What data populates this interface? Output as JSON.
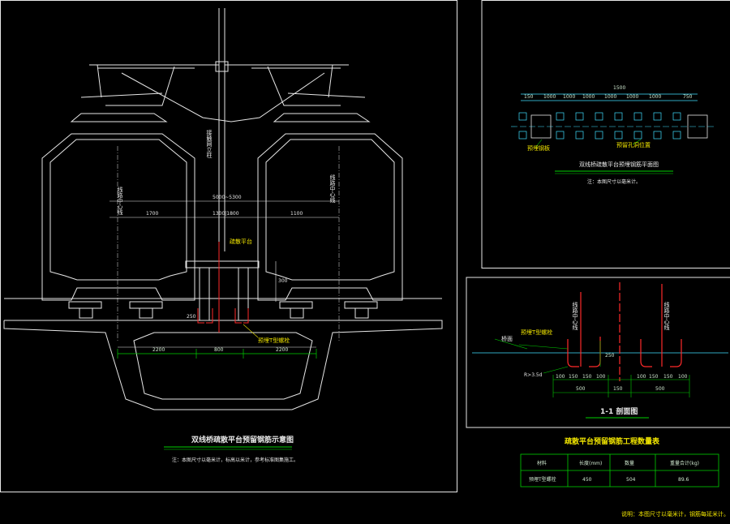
{
  "colors": {
    "background": "#000000",
    "outline": "#e6e6e6",
    "green": "#00d000",
    "red": "#ff2a2a",
    "yellow": "#f2e600",
    "cyan": "#3fe0ff",
    "mint": "#9fe6b8"
  },
  "left_drawing": {
    "dim_total": "5000~5300",
    "dim_left": "1700",
    "dim_mid": "1300|1800",
    "dim_right": "1100",
    "dim_height": "300",
    "dim_small": "250",
    "dim_bottom": [
      "2200",
      "800",
      "2200"
    ],
    "label_platform": "疏散平台",
    "label_bolt": "预埋T型螺栓",
    "label_left_track_center": "线路中心线",
    "label_mast": "接触网立柱",
    "label_right_track_center": "线路中心线",
    "title": "双线桥疏散平台预留钢筋示意图",
    "note": "注：本图尺寸以毫米计，标高以米计，参考标准图集施工。"
  },
  "plan_view": {
    "dim_total": "1500",
    "dims": [
      "150",
      "1000",
      "1000",
      "1000",
      "1000",
      "1000",
      "1000",
      "750"
    ],
    "label_left": "预埋钢板",
    "label_right": "预留孔洞位置",
    "title": "双线桥疏散平台预埋钢筋平面图",
    "note": "注：本图尺寸以毫米计。"
  },
  "section_view": {
    "label_bolt": "预埋T型螺栓",
    "label_top": "桥面",
    "label_radius": "R>3.5d",
    "label_tracks": [
      "线路中心线",
      "线路中心线"
    ],
    "dim_height": "250",
    "dims_left": [
      "100",
      "150",
      "150",
      "100"
    ],
    "dims_right": [
      "100",
      "150",
      "150",
      "100"
    ],
    "dim_500_left": "500",
    "dim_mid": "150",
    "dim_500_right": "500",
    "title": "1-1 剖面图"
  },
  "quantity_table": {
    "title": "疏散平台预留钢筋工程数量表",
    "headers": [
      "材料",
      "长度(mm)",
      "数量",
      "重量合计(kg)"
    ],
    "row": [
      "预埋T型螺栓",
      "450",
      "504",
      "89.6"
    ],
    "footer_note": "说明：本图尺寸以毫米计，钢筋每延米计。"
  }
}
